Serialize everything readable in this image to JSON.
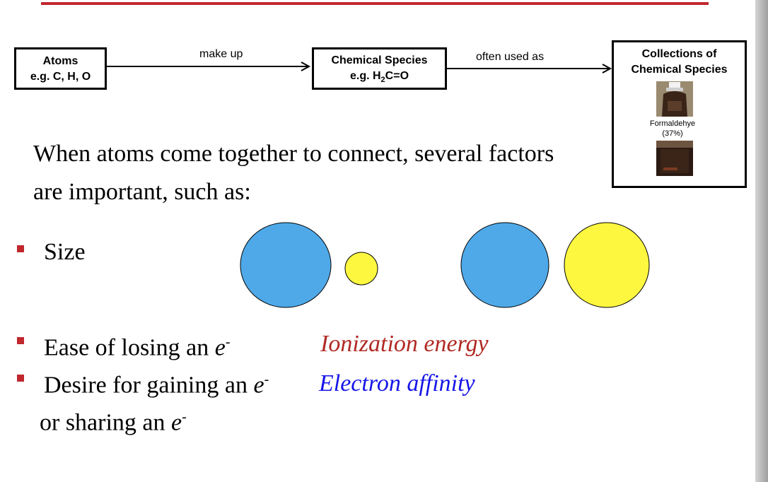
{
  "diagram": {
    "atoms_box": {
      "line1": "Atoms",
      "line2": "e.g.  C, H, O"
    },
    "species_box": {
      "line1": "Chemical Species",
      "line2_pre": "e.g.  H",
      "line2_sub": "2",
      "line2_post": "C=O"
    },
    "collections_box": {
      "line1": "Collections of",
      "line2": "Chemical Species"
    },
    "arrow1_label": "make up",
    "arrow2_label": "often used as",
    "caption": {
      "line1": "Formaldehye",
      "line2": "(37%)"
    }
  },
  "intro": {
    "line1": "When atoms come together to connect, several factors",
    "line2": "are important, such as:"
  },
  "bullets": {
    "size": "Size",
    "ease_text": "Ease of losing an ",
    "desire_text": "Desire for gaining an ",
    "sharing_text": "or sharing an ",
    "e_letter": "e",
    "e_sup": "-"
  },
  "terms": {
    "ionization": "Ionization energy",
    "affinity": "Electron affinity"
  },
  "colors": {
    "accent_red": "#c0282d",
    "ionization_color": "#b02a24",
    "affinity_color": "#1616e8",
    "blue_atom": "#4fa9e8",
    "yellow_atom": "#fdf740"
  }
}
